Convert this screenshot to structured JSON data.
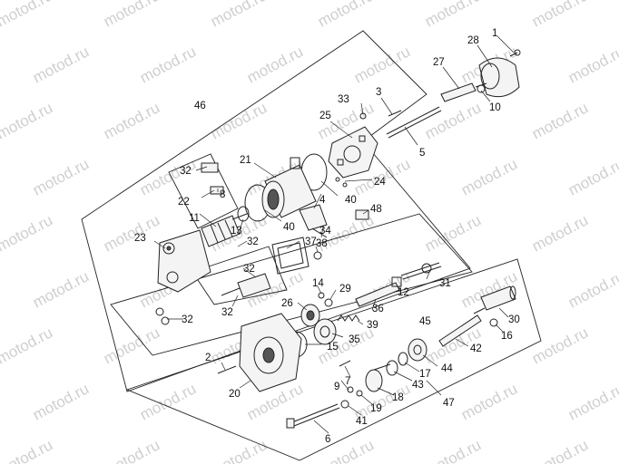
{
  "watermark": {
    "text": "motod.ru"
  },
  "callouts": [
    {
      "id": "c1",
      "text": "1"
    },
    {
      "id": "c2",
      "text": "2"
    },
    {
      "id": "c3",
      "text": "3"
    },
    {
      "id": "c4",
      "text": "4"
    },
    {
      "id": "c5",
      "text": "5"
    },
    {
      "id": "c6",
      "text": "6"
    },
    {
      "id": "c7",
      "text": "7"
    },
    {
      "id": "c8",
      "text": "8"
    },
    {
      "id": "c9",
      "text": "9"
    },
    {
      "id": "c10",
      "text": "10"
    },
    {
      "id": "c11",
      "text": "11"
    },
    {
      "id": "c12",
      "text": "12"
    },
    {
      "id": "c13",
      "text": "13"
    },
    {
      "id": "c14",
      "text": "14"
    },
    {
      "id": "c15",
      "text": "15"
    },
    {
      "id": "c16",
      "text": "16"
    },
    {
      "id": "c17",
      "text": "17"
    },
    {
      "id": "c18",
      "text": "18"
    },
    {
      "id": "c19",
      "text": "19"
    },
    {
      "id": "c20",
      "text": "20"
    },
    {
      "id": "c21",
      "text": "21"
    },
    {
      "id": "c22",
      "text": "22"
    },
    {
      "id": "c23",
      "text": "23"
    },
    {
      "id": "c24",
      "text": "24"
    },
    {
      "id": "c25",
      "text": "25"
    },
    {
      "id": "c26",
      "text": "26"
    },
    {
      "id": "c27",
      "text": "27"
    },
    {
      "id": "c28",
      "text": "28"
    },
    {
      "id": "c29",
      "text": "29"
    },
    {
      "id": "c30",
      "text": "30"
    },
    {
      "id": "c31",
      "text": "31"
    },
    {
      "id": "c32a",
      "text": "32"
    },
    {
      "id": "c32b",
      "text": "32"
    },
    {
      "id": "c32c",
      "text": "32"
    },
    {
      "id": "c32d",
      "text": "32"
    },
    {
      "id": "c32e",
      "text": "32"
    },
    {
      "id": "c33",
      "text": "33"
    },
    {
      "id": "c34",
      "text": "34"
    },
    {
      "id": "c35",
      "text": "35"
    },
    {
      "id": "c36",
      "text": "36"
    },
    {
      "id": "c37",
      "text": "37"
    },
    {
      "id": "c38",
      "text": "38"
    },
    {
      "id": "c39",
      "text": "39"
    },
    {
      "id": "c40a",
      "text": "40"
    },
    {
      "id": "c40b",
      "text": "40"
    },
    {
      "id": "c41",
      "text": "41"
    },
    {
      "id": "c42",
      "text": "42"
    },
    {
      "id": "c43",
      "text": "43"
    },
    {
      "id": "c44",
      "text": "44"
    },
    {
      "id": "c45",
      "text": "45"
    },
    {
      "id": "c46",
      "text": "46"
    },
    {
      "id": "c47",
      "text": "47"
    },
    {
      "id": "c48",
      "text": "48"
    }
  ]
}
